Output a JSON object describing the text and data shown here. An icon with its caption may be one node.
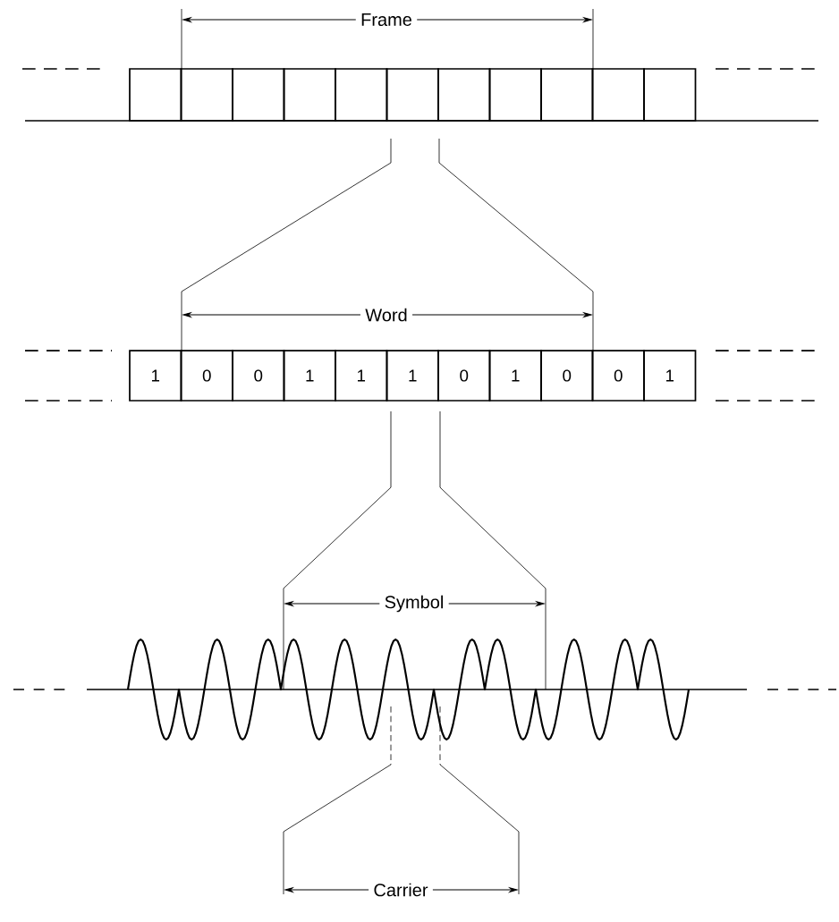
{
  "diagram": {
    "nodes": [
      {
        "text": [],
        "shape": "box"
      },
      {
        "text": [],
        "shape": "box"
      },
      {
        "text": [],
        "shape": "box"
      },
      {
        "text": [],
        "shape": "box"
      },
      {
        "text": [],
        "shape": "box"
      },
      {
        "text": [],
        "shape": "box"
      },
      {
        "text": [],
        "shape": "box"
      },
      {
        "text": [],
        "shape": "box"
      },
      {
        "text": [],
        "shape": "box"
      },
      {
        "text": [],
        "shape": "box"
      },
      {
        "text": [],
        "shape": "box"
      },
      {
        "text": [
          "1"
        ]
      },
      {
        "text": [
          "0"
        ]
      },
      {
        "text": [
          "0"
        ]
      },
      {
        "text": [
          "1"
        ]
      },
      {
        "text": [
          "1"
        ]
      },
      {
        "text": [
          "1"
        ]
      },
      {
        "text": [
          "0"
        ]
      },
      {
        "text": [
          "1"
        ]
      },
      {
        "text": [
          "0"
        ]
      },
      {
        "text": [
          "0"
        ]
      },
      {
        "text": [
          "1"
        ]
      }
    ],
    "labels": [
      "Frame",
      "Word",
      "Symbol",
      "Carrier"
    ]
  }
}
